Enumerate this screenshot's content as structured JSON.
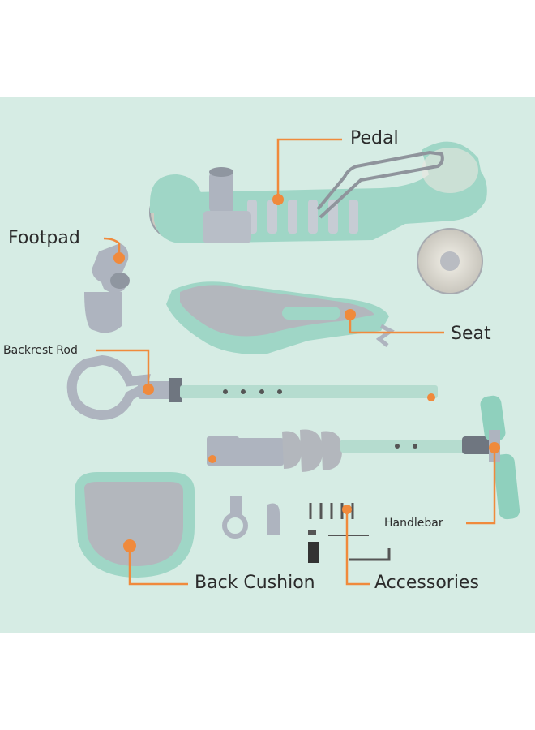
{
  "labels": {
    "pedal": "Pedal",
    "footpad": "Footpad",
    "seat": "Seat",
    "backrest_rod": "Backrest Rod",
    "handlebar": "Handlebar",
    "back_cushion": "Back Cushion",
    "accessories": "Accessories"
  },
  "colors": {
    "background": "#d6ece4",
    "part_mint": "#9fd6c6",
    "part_gray": "#aeb4bf",
    "leader": "#f08a3c",
    "text": "#2b2b2b"
  }
}
